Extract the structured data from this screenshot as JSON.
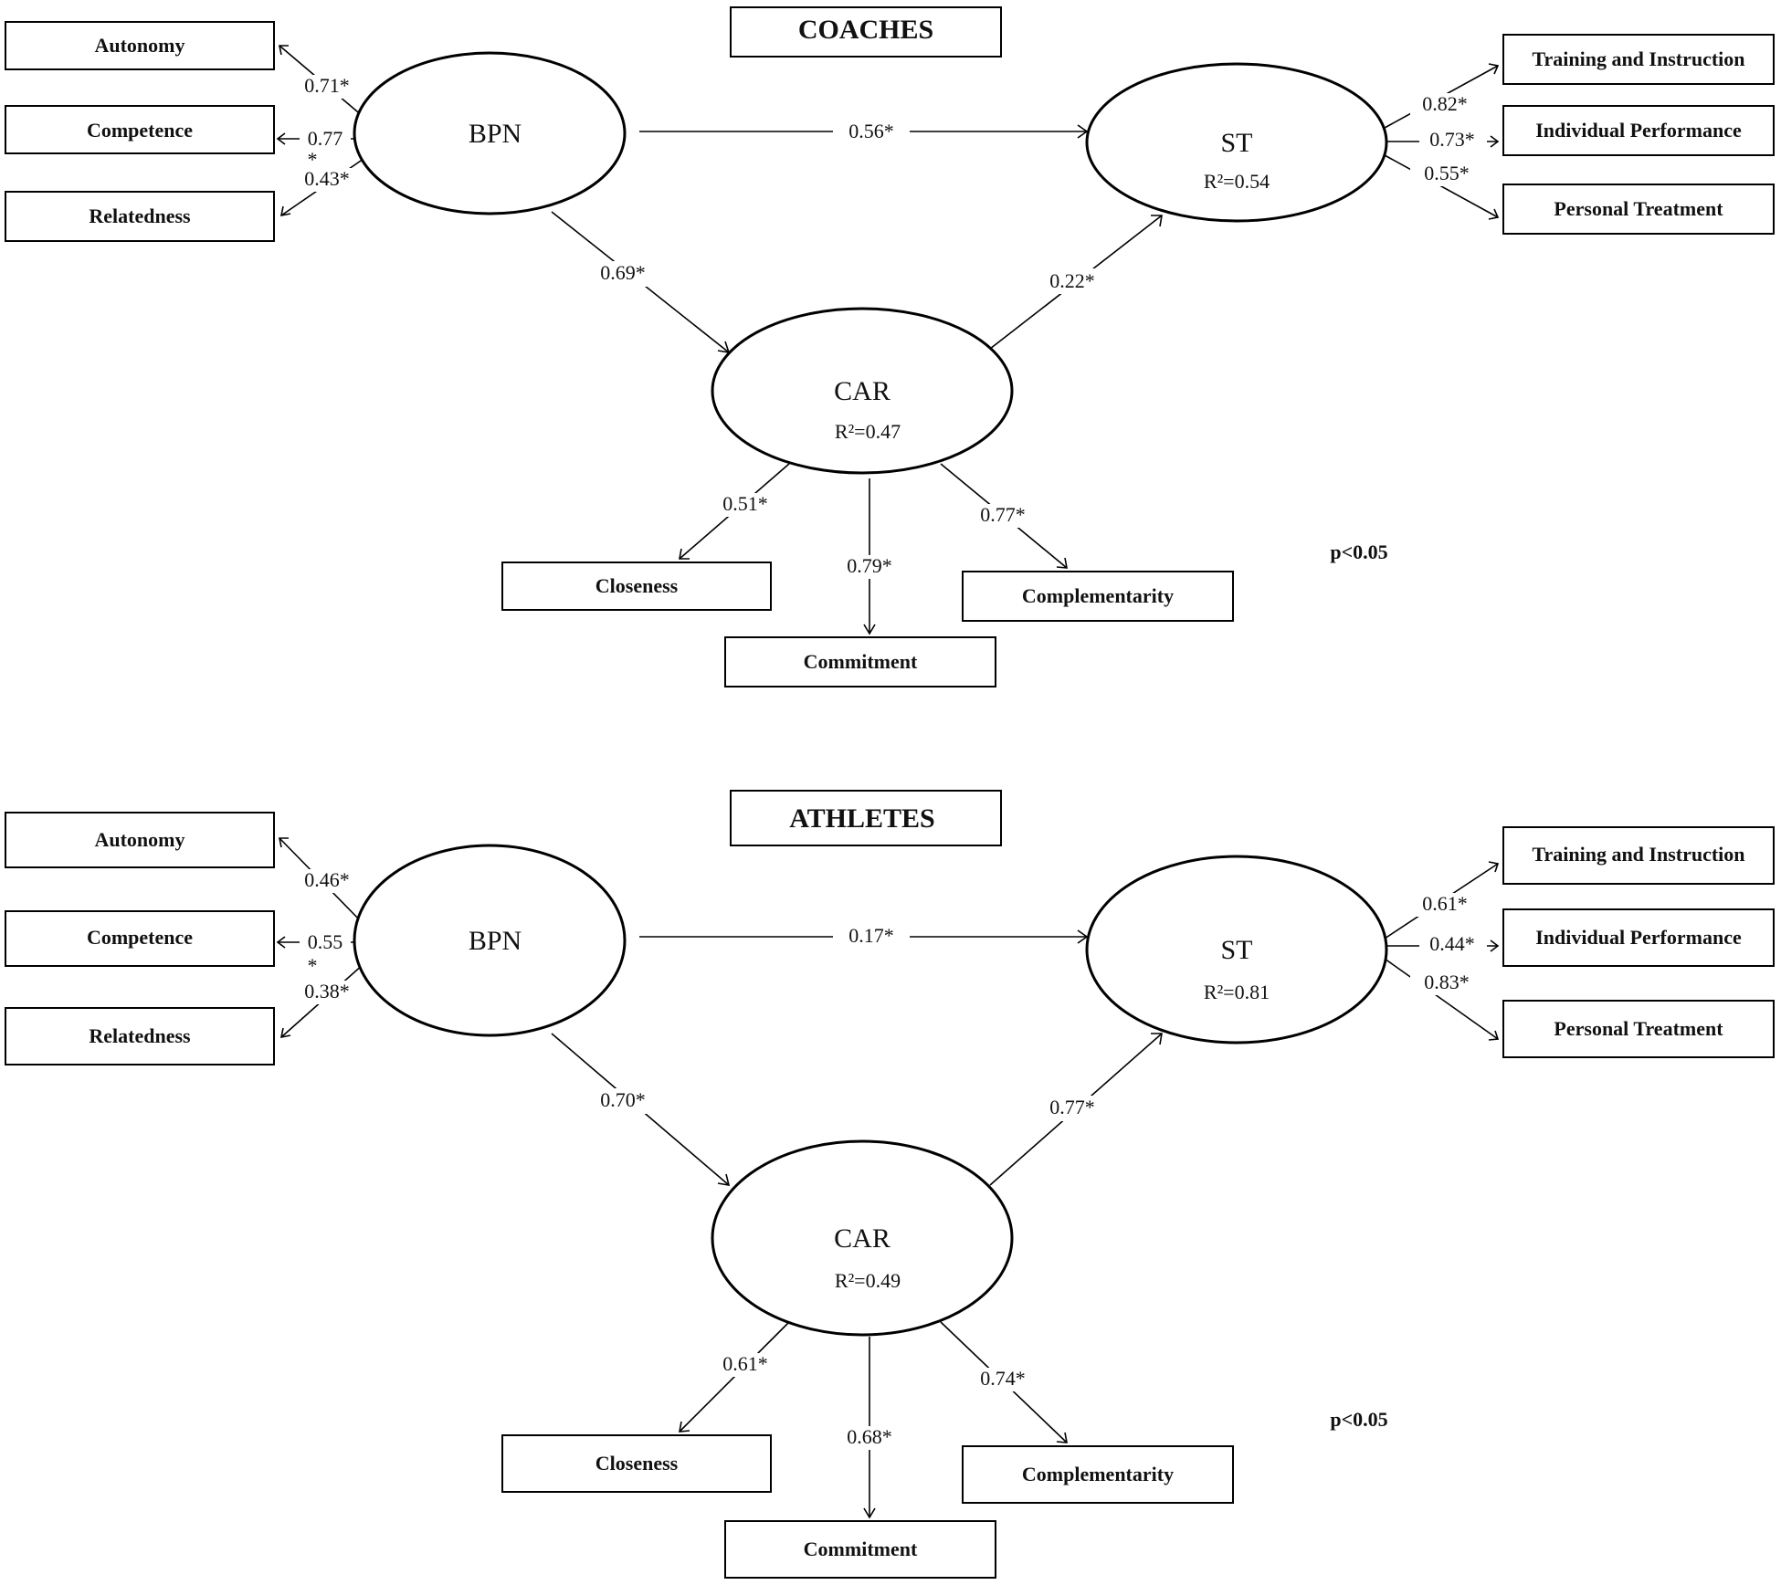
{
  "panels": [
    {
      "title": "COACHES",
      "latent": {
        "bpn": "BPN",
        "st": "ST",
        "car": "CAR"
      },
      "r2": {
        "st": "R²=0.54",
        "car": "R²=0.47"
      },
      "bpn_indicators": [
        "Autonomy",
        "Competence",
        "Relatedness"
      ],
      "st_indicators": [
        "Training and Instruction",
        "Individual Performance",
        "Personal Treatment"
      ],
      "car_indicators": [
        "Closeness",
        "Commitment",
        "Complementarity"
      ],
      "loadings": {
        "autonomy": "0.71*",
        "competence": "0.77",
        "competence_star": "*",
        "relatedness": "0.43*",
        "training": "0.82*",
        "individual": "0.73*",
        "personal": "0.55*",
        "closeness": "0.51*",
        "commitment": "0.79*",
        "complementarity": "0.77*"
      },
      "paths": {
        "bpn_st": "0.56*",
        "bpn_car": "0.69*",
        "car_st": "0.22*"
      },
      "p_note": "p<0.05"
    },
    {
      "title": "ATHLETES",
      "latent": {
        "bpn": "BPN",
        "st": "ST",
        "car": "CAR"
      },
      "r2": {
        "st": "R²=0.81",
        "car": "R²=0.49"
      },
      "bpn_indicators": [
        "Autonomy",
        "Competence",
        "Relatedness"
      ],
      "st_indicators": [
        "Training and Instruction",
        "Individual Performance",
        "Personal Treatment"
      ],
      "car_indicators": [
        "Closeness",
        "Commitment",
        "Complementarity"
      ],
      "loadings": {
        "autonomy": "0.46*",
        "competence": "0.55",
        "competence_star": "*",
        "relatedness": "0.38*",
        "training": "0.61*",
        "individual": "0.44*",
        "personal": "0.83*",
        "closeness": "0.61*",
        "commitment": "0.68*",
        "complementarity": "0.74*"
      },
      "paths": {
        "bpn_st": "0.17*",
        "bpn_car": "0.70*",
        "car_st": "0.77*"
      },
      "p_note": "p<0.05"
    }
  ]
}
